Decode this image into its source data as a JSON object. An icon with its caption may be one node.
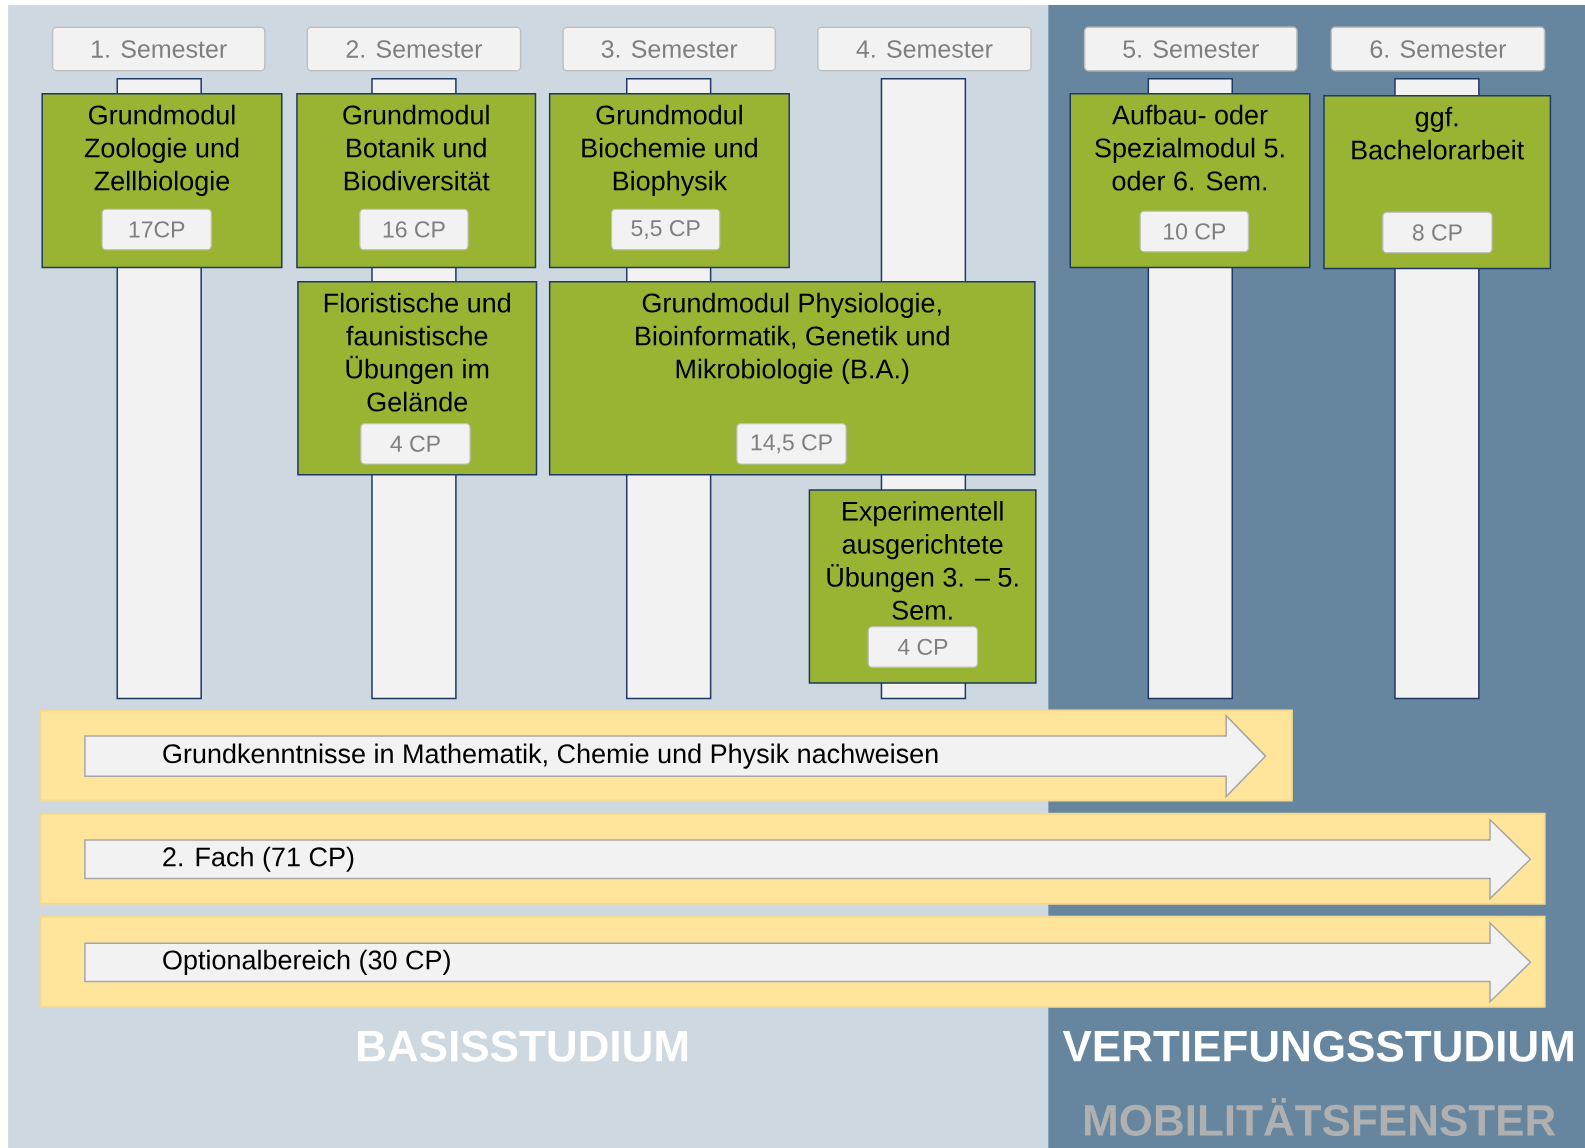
{
  "diagram": {
    "nodes": [
      {
        "text": [
          "1. Semester"
        ]
      },
      {
        "text": [
          "2. Semester"
        ]
      },
      {
        "text": [
          "3. Semester"
        ]
      },
      {
        "text": [
          "4. Semester"
        ]
      },
      {
        "text": [
          "5. Semester"
        ]
      },
      {
        "text": [
          "6. Semester"
        ]
      },
      {
        "text": [
          "Grundmodul Zoologie und Zellbiologie"
        ]
      },
      {
        "text": [
          "17CP"
        ],
        "in": 6
      },
      {
        "text": [
          "Grundmodul Botanik und Biodiversität"
        ]
      },
      {
        "text": [
          "16 CP"
        ],
        "in": 8
      },
      {
        "text": [
          "Grundmodul Biochemie und Biophysik"
        ]
      },
      {
        "text": [
          "5,5 CP"
        ],
        "in": 10
      },
      {
        "text": [
          "Floristische und faunistische Übungen im Gelände"
        ]
      },
      {
        "text": [
          "4 CP"
        ],
        "in": 12
      },
      {
        "text": [
          "Grundmodul Physiologie, Bioinformatik, Genetik und Mikrobiologie (B.A.)"
        ]
      },
      {
        "text": [
          "14,5 CP"
        ],
        "in": 14
      },
      {
        "text": [
          "Experimentell ausgerichtete Übungen 3. – 5. Sem."
        ]
      },
      {
        "text": [
          "4 CP"
        ],
        "in": 16
      },
      {
        "text": [
          "Aufbau- oder Spezialmodul 5. oder 6. Sem."
        ]
      },
      {
        "text": [
          "10 CP"
        ],
        "in": 18
      },
      {
        "text": [
          "ggf. Bachelorarbeit"
        ]
      },
      {
        "text": [
          "8 CP"
        ],
        "in": 20
      },
      {
        "text": [
          "Grundkenntnisse in Mathematik, Chemie und Physik nachweisen"
        ]
      },
      {
        "text": [
          "2. Fach (71 CP)"
        ]
      },
      {
        "text": [
          "Optionalbereich (30 CP)"
        ]
      }
    ],
    "labels": [
      "BASISSTUDIUM",
      "VERTIEFUNGSSTUDIUM",
      "MOBILITÄTSFENSTER"
    ]
  }
}
